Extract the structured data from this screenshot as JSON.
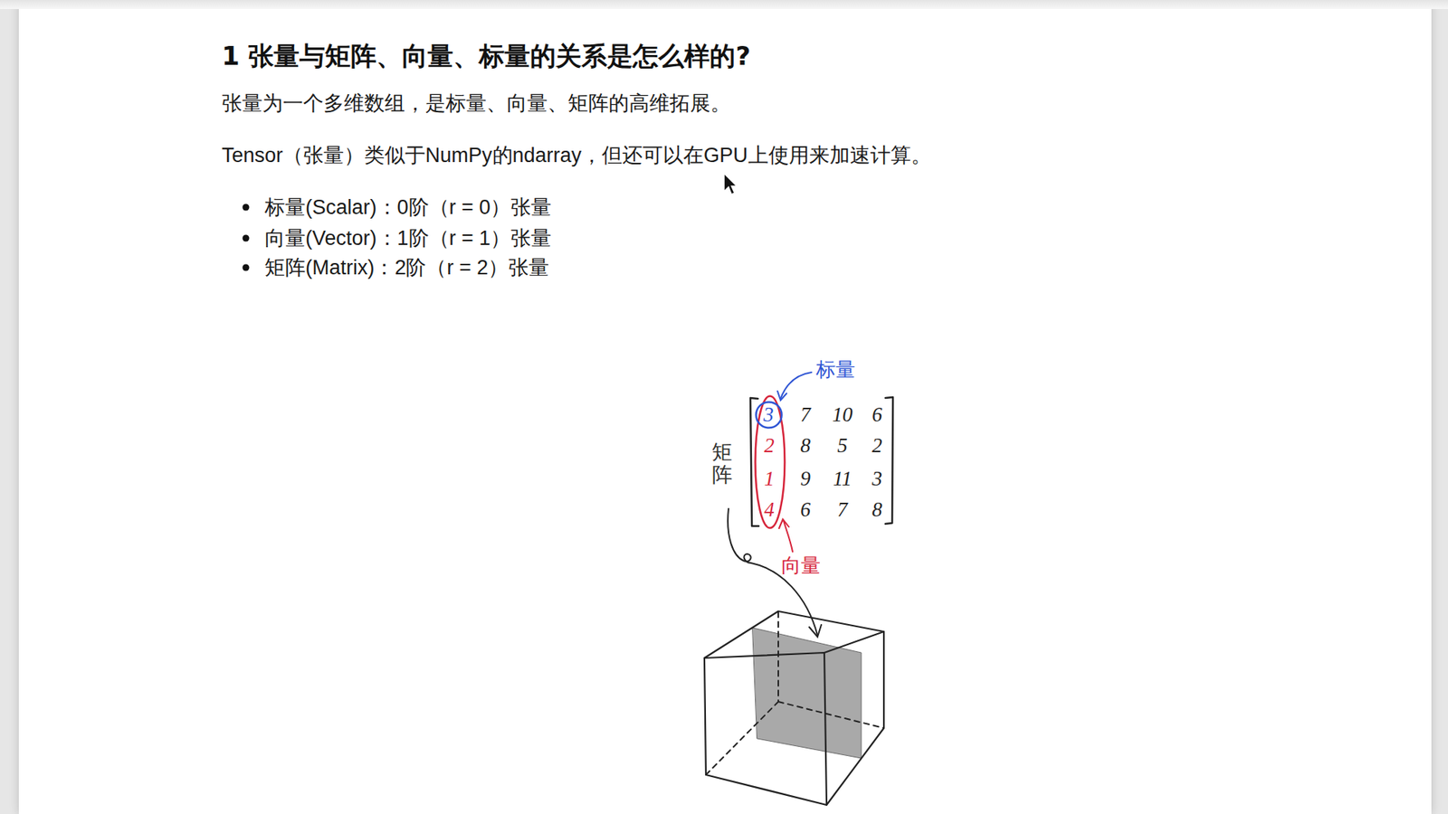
{
  "diagram": {
    "title": "1 张量与矩阵、向量、标量的关系是怎么样的?",
    "nodes": [
      {
        "text": [
          "2",
          "1",
          "4"
        ]
      },
      {
        "text": [
          "3"
        ],
        "in": 0
      }
    ],
    "labels": [
      "张量为一个多维数组，是标量、向量、矩阵的高维拓展。",
      "Tensor（张量）类似于NumPy的ndarray，但还可以在GPU上使用来加速计算。",
      "标量(Scalar)：0阶（r = 0）张量",
      "向量(Vector)：1阶（r = 1）张量",
      "矩阵(Matrix)：2阶（r = 2）张量",
      "标量",
      "7",
      "10",
      "6",
      "8",
      "5",
      "2",
      "9",
      "11",
      "3",
      "6",
      "7",
      "8",
      "矩阵",
      "向量"
    ]
  }
}
